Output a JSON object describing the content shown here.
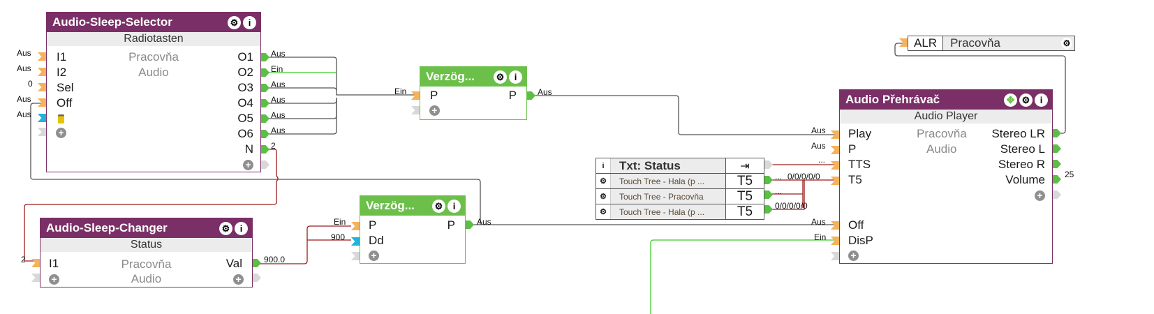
{
  "blocks": {
    "selector": {
      "title": "Audio-Sleep-Selector",
      "subtitle": "Radiotasten",
      "room": "Pracovňa",
      "category": "Audio",
      "inputs": [
        {
          "label": "I1",
          "value": "Aus"
        },
        {
          "label": "I2",
          "value": "Aus"
        },
        {
          "label": "Sel",
          "value": "0"
        },
        {
          "label": "Off",
          "value": "Aus"
        },
        {
          "label": "",
          "value": "Aus"
        }
      ],
      "outputs": [
        {
          "label": "O1",
          "value": "Aus"
        },
        {
          "label": "O2",
          "value": "Ein"
        },
        {
          "label": "O3",
          "value": "Aus"
        },
        {
          "label": "O4",
          "value": "Aus"
        },
        {
          "label": "O5",
          "value": "Aus"
        },
        {
          "label": "O6",
          "value": "Aus"
        },
        {
          "label": "N",
          "value": "2"
        }
      ]
    },
    "delay1": {
      "title": "Verzög...",
      "inputs": [
        {
          "label": "P",
          "value": "Ein"
        }
      ],
      "outputs": [
        {
          "label": "P",
          "value": "Aus"
        }
      ]
    },
    "delay2": {
      "title": "Verzög...",
      "inputs": [
        {
          "label": "P",
          "value": "Ein"
        },
        {
          "label": "Dd",
          "value": "900"
        }
      ],
      "outputs": [
        {
          "label": "P",
          "value": "Aus"
        }
      ]
    },
    "changer": {
      "title": "Audio-Sleep-Changer",
      "subtitle": "Status",
      "room": "Pracovňa",
      "category": "Audio",
      "inputs": [
        {
          "label": "I1",
          "value": "2"
        }
      ],
      "outputs": [
        {
          "label": "Val",
          "value": "900.0"
        }
      ]
    },
    "player": {
      "title": "Audio Přehrávač",
      "subtitle": "Audio Player",
      "room": "Pracovňa",
      "category": "Audio",
      "inputs": [
        {
          "label": "Play",
          "value": "Aus"
        },
        {
          "label": "P",
          "value": "Aus"
        },
        {
          "label": "TTS",
          "value": "..."
        },
        {
          "label": "T5",
          "value": "0/0/0/0/0"
        },
        {
          "label": "Off",
          "value": "Aus"
        },
        {
          "label": "DisP",
          "value": "Ein"
        }
      ],
      "outputs": [
        {
          "label": "Stereo LR",
          "value": ""
        },
        {
          "label": "Stereo L",
          "value": ""
        },
        {
          "label": "Stereo R",
          "value": ""
        },
        {
          "label": "Volume",
          "value": "25"
        }
      ]
    }
  },
  "alr_tag": {
    "type": "ALR",
    "name": "Pracovňa"
  },
  "status_table": {
    "header": {
      "name": "Txt: Status"
    },
    "rows": [
      {
        "name": "Touch Tree - Hala (p ...",
        "value": "T5",
        "out": "..."
      },
      {
        "name": "Touch Tree - Pracovňa",
        "value": "T5",
        "out": "..."
      },
      {
        "name": "Touch Tree - Hala (p ...",
        "value": "T5",
        "out": "0/0/0/0/0"
      }
    ]
  },
  "colors": {
    "purple": "#7a2f66",
    "green": "#6cc04a",
    "wire_red": "#9b1c1c",
    "wire_gray": "#555555",
    "wire_green": "#3ccc2a"
  }
}
